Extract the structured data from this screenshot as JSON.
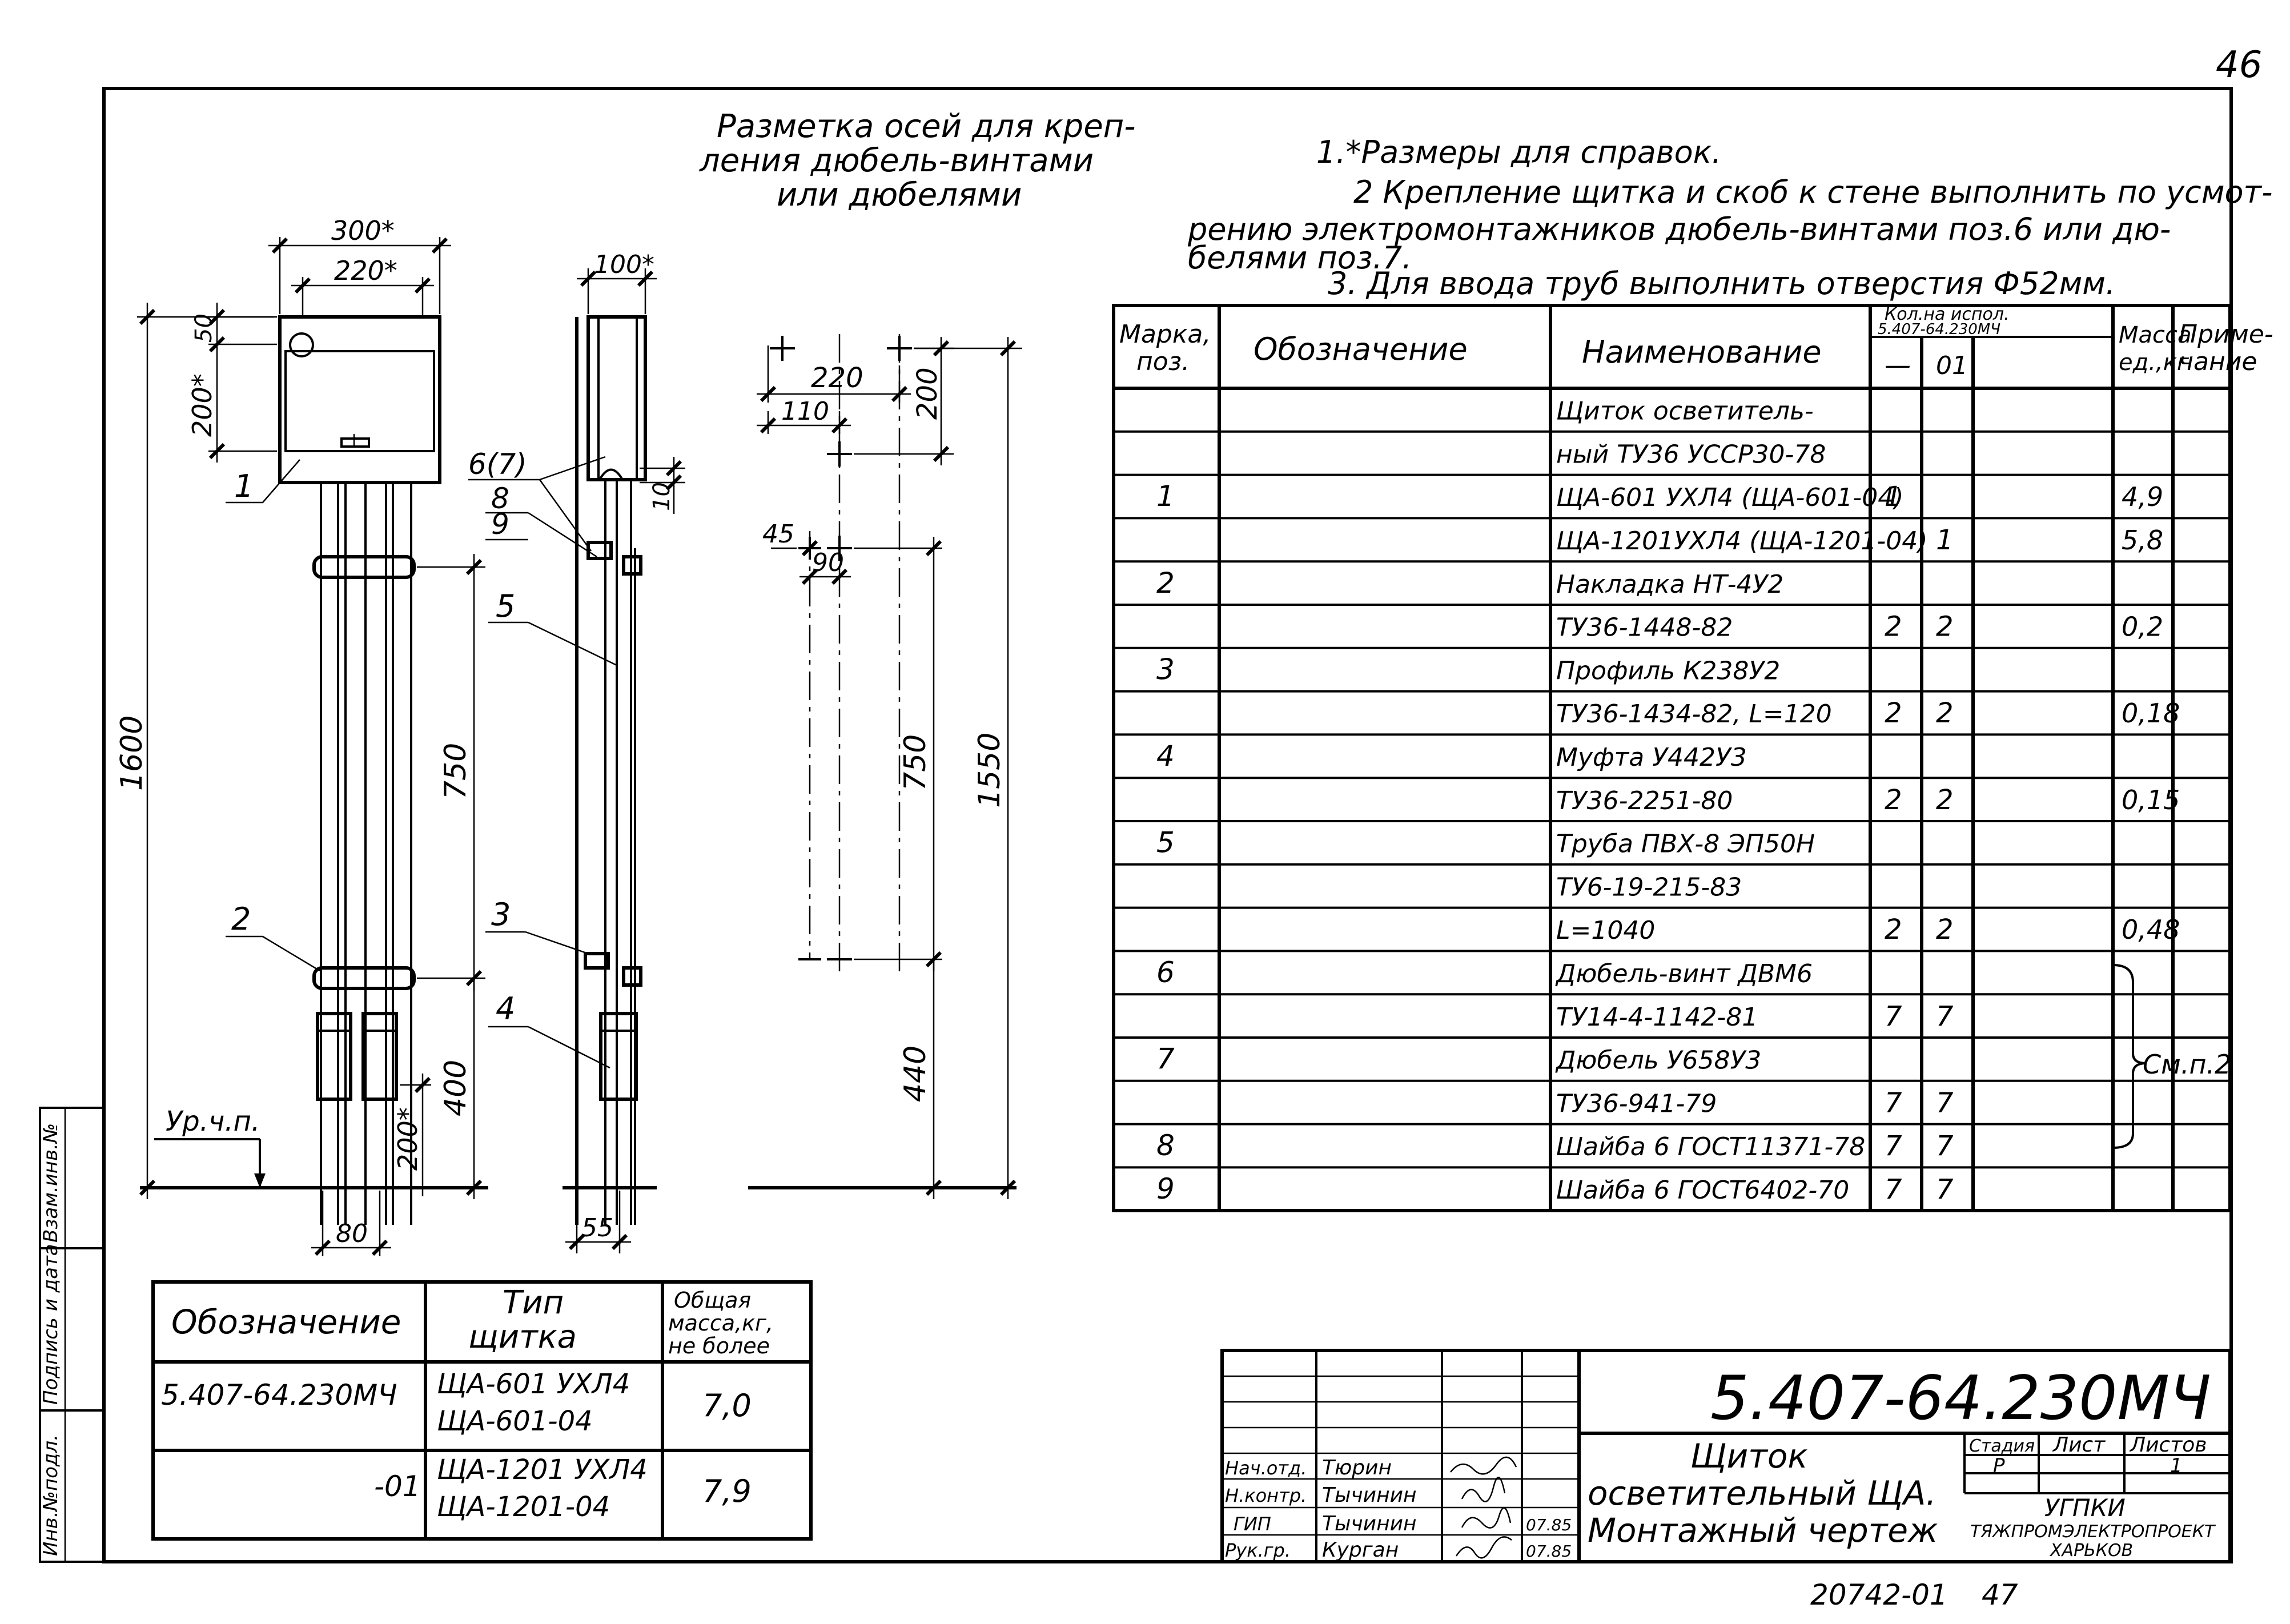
{
  "sheet": {
    "page_number": "46",
    "inventory_code": "20742-01",
    "copy_number": "47"
  },
  "side_stamp": {
    "cells": [
      "Инв.№подл.",
      "Подпись и дата",
      "Взам.инв.№"
    ]
  },
  "drawing_title": {
    "line1": "Разметка осей для креп-",
    "line2": "ления дюбель-винтами",
    "line3": "или дюбелями"
  },
  "notes": {
    "n1": "1.*Размеры для справок.",
    "n2a": "2 Крепление щитка и скоб к стене выполнить по усмот-",
    "n2b": "рению электромонтажников дюбель-винтами поз.6 или дю-",
    "n2c": "белями поз.7.",
    "n3": "3. Для ввода труб выполнить отверстия Ф52мм."
  },
  "front_view": {
    "dims": {
      "w300": "300*",
      "w220": "220*",
      "h50": "50",
      "h200": "200*",
      "h1600": "1600",
      "h750": "750",
      "h400": "400",
      "h200b": "200*",
      "w80": "80"
    },
    "floor_label": "Ур.ч.п.",
    "callouts": {
      "c1": "1",
      "c2": "2"
    }
  },
  "side_view": {
    "dims": {
      "w100": "100*",
      "h10": "10",
      "w55": "55"
    },
    "callouts": {
      "c67": "6(7)",
      "c8": "8",
      "c9": "9",
      "c5": "5",
      "c3": "3",
      "c4": "4"
    }
  },
  "layout_view": {
    "dims": {
      "w220": "220",
      "w110": "110",
      "h200": "200",
      "w45": "45",
      "w90": "90",
      "h750": "750",
      "h1550": "1550",
      "h440": "440"
    }
  },
  "spec_table": {
    "headers": {
      "mark1": "Марка,",
      "mark2": "поз.",
      "designation": "Обозначение",
      "name": "Наименование",
      "qty1": "Кол.на испол.",
      "qty2": "5.407-64.230МЧ",
      "qty_a": "—",
      "qty_b": "01",
      "mass1": "Масса",
      "mass2": "ед.,кг",
      "note1": "Приме-",
      "note2": "чание"
    },
    "rows": [
      {
        "pos": "",
        "name": "Щиток осветитель-",
        "q1": "",
        "q2": "",
        "mass": ""
      },
      {
        "pos": "",
        "name": "ный ТУ36 УССР30-78",
        "q1": "",
        "q2": "",
        "mass": ""
      },
      {
        "pos": "1",
        "name": "ЩА-601 УХЛ4 (ЩА-601-04)",
        "q1": "1",
        "q2": "",
        "mass": "4,9"
      },
      {
        "pos": "",
        "name": "ЩА-1201УХЛ4 (ЩА-1201-04)",
        "q1": "",
        "q2": "1",
        "mass": "5,8"
      },
      {
        "pos": "2",
        "name": "Накладка НТ-4У2",
        "q1": "",
        "q2": "",
        "mass": ""
      },
      {
        "pos": "",
        "name": "ТУ36-1448-82",
        "q1": "2",
        "q2": "2",
        "mass": "0,2"
      },
      {
        "pos": "3",
        "name": "Профиль К238У2",
        "q1": "",
        "q2": "",
        "mass": ""
      },
      {
        "pos": "",
        "name": "ТУ36-1434-82, L=120",
        "q1": "2",
        "q2": "2",
        "mass": "0,18"
      },
      {
        "pos": "4",
        "name": "Муфта У442У3",
        "q1": "",
        "q2": "",
        "mass": ""
      },
      {
        "pos": "",
        "name": "ТУ36-2251-80",
        "q1": "2",
        "q2": "2",
        "mass": "0,15"
      },
      {
        "pos": "5",
        "name": "Труба ПВХ-8 ЭП50Н",
        "q1": "",
        "q2": "",
        "mass": ""
      },
      {
        "pos": "",
        "name": "ТУ6-19-215-83",
        "q1": "",
        "q2": "",
        "mass": ""
      },
      {
        "pos": "",
        "name": "L=1040",
        "q1": "2",
        "q2": "2",
        "mass": "0,48"
      },
      {
        "pos": "6",
        "name": "Дюбель-винт ДВМ6",
        "q1": "",
        "q2": "",
        "mass": ""
      },
      {
        "pos": "",
        "name": "ТУ14-4-1142-81",
        "q1": "7",
        "q2": "7",
        "mass": ""
      },
      {
        "pos": "7",
        "name": "Дюбель У658У3",
        "q1": "",
        "q2": "",
        "mass": ""
      },
      {
        "pos": "",
        "name": "ТУ36-941-79",
        "q1": "7",
        "q2": "7",
        "mass": ""
      },
      {
        "pos": "8",
        "name": "Шайба 6 ГОСТ11371-78",
        "q1": "7",
        "q2": "7",
        "mass": ""
      },
      {
        "pos": "9",
        "name": "Шайба 6 ГОСТ6402-70",
        "q1": "7",
        "q2": "7",
        "mass": ""
      }
    ],
    "bracket_note": "См.п.2"
  },
  "variant_table": {
    "headers": {
      "designation": "Обозначение",
      "type1": "Тип",
      "type2": "щитка",
      "mass1": "Общая",
      "mass2": "масса,кг,",
      "mass3": "не более"
    },
    "rows": [
      {
        "designation": "5.407-64.230МЧ",
        "type1": "ЩА-601 УХЛ4",
        "type2": "ЩА-601-04",
        "mass": "7,0"
      },
      {
        "designation": "-01",
        "type1": "ЩА-1201 УХЛ4",
        "type2": "ЩА-1201-04",
        "mass": "7,9"
      }
    ]
  },
  "title_block": {
    "doc_number": "5.407-64.230МЧ",
    "title1": "Щиток",
    "title2": "осветительный ЩА.",
    "title3": "Монтажный чертеж",
    "stage_label": "Стадия",
    "sheet_label": "Лист",
    "sheets_label": "Листов",
    "stage": "Р",
    "sheets": "1",
    "org1": "УГПКИ",
    "org2": "ТЯЖПРОМЭЛЕКТРОПРОЕКТ",
    "org3": "ХАРЬКОВ",
    "signers": [
      {
        "role": "Нач.отд.",
        "name": "Тюрин",
        "date": ""
      },
      {
        "role": "Н.контр.",
        "name": "Тычинин",
        "date": ""
      },
      {
        "role": "ГИП",
        "name": "Тычинин",
        "date": "07.85"
      },
      {
        "role": "Рук.гр.",
        "name": "Курган",
        "date": "07.85"
      }
    ]
  }
}
